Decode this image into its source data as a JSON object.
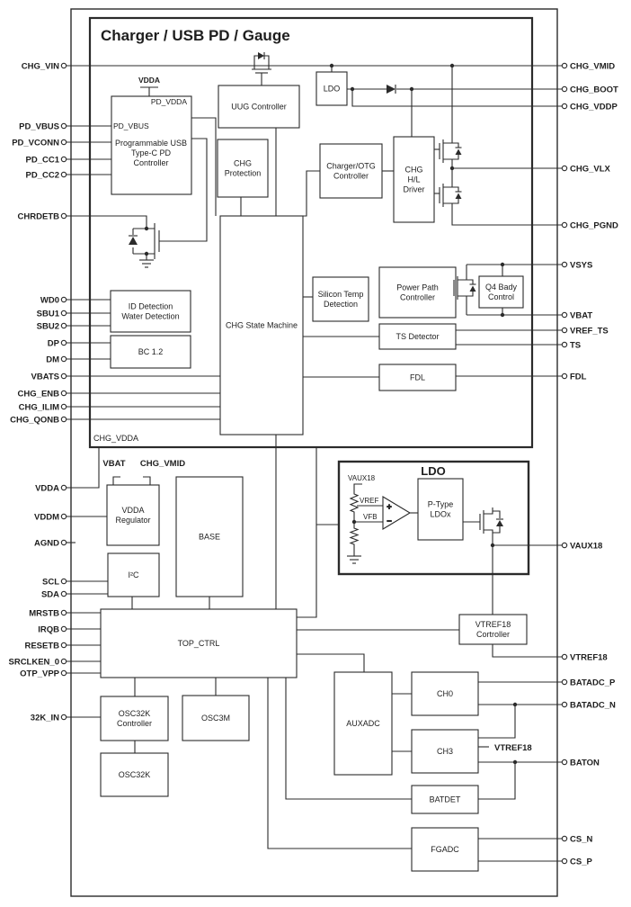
{
  "title": "Charger / USB PD / Gauge",
  "colors": {
    "ink": "#2b2b2b",
    "bg": "#ffffff"
  },
  "blocks": {
    "pd_controller": "Programmable USB\nType-C PD\nController",
    "uug_controller": "UUG Controller",
    "chg_protection": "CHG\nProtection",
    "ldo_small": "LDO",
    "charger_otg": "Charger/OTG\nController",
    "chg_hl_driver": "CHG\nH/L\nDriver",
    "chg_state_machine": "CHG State Machine",
    "silicon_temp": "Silicon Temp\nDetection",
    "power_path": "Power Path\nController",
    "q4_body": "Q4 Bady\nControl",
    "ts_detector": "TS Detector",
    "fdl": "FDL",
    "id_detection": "ID Detection\nWater Detection",
    "bc12": "BC 1.2",
    "vdda_regulator": "VDDA\nRegulator",
    "base": "BASE",
    "i2c": "I²C",
    "top_ctrl": "TOP_CTRL",
    "p_type_ldox": "P-Type\nLDOx",
    "vtref18_ctrl": "VTREF18\nCortroller",
    "auxadc": "AUXADC",
    "ch0": "CH0",
    "ch3": "CH3",
    "batdet": "BATDET",
    "fgadc": "FGADC",
    "osc32k_ctrl": "OSC32K\nController",
    "osc3m": "OSC3M",
    "osc32k": "OSC32K"
  },
  "labels": {
    "pd_vdda": "PD_VDDA",
    "pd_vbus": "PD_VBUS",
    "vdda_pin": "VDDA",
    "chg_vdda": "CHG_VDDA",
    "vbat_pin": "VBAT",
    "chg_vmid_pin": "CHG_VMID",
    "ldo_title": "LDO",
    "vaux18_pin": "VAUX18",
    "vref": "VREF",
    "vfb": "VFB",
    "vtref18_ref": "VTREF18"
  },
  "ports": {
    "left": [
      "CHG_VIN",
      "PD_VBUS",
      "PD_VCONN",
      "PD_CC1",
      "PD_CC2",
      "CHRDETB",
      "WD0",
      "SBU1",
      "SBU2",
      "DP",
      "DM",
      "VBATS",
      "CHG_ENB",
      "CHG_ILIM",
      "CHG_QONB",
      "VDDA",
      "VDDM",
      "AGND",
      "SCL",
      "SDA",
      "MRSTB",
      "IRQB",
      "RESETB",
      "SRCLKEN_0",
      "OTP_VPP",
      "32K_IN"
    ],
    "right": [
      "CHG_VMID",
      "CHG_BOOT",
      "CHG_VDDP",
      "CHG_VLX",
      "CHG_PGND",
      "VSYS",
      "VBAT",
      "VREF_TS",
      "TS",
      "FDL",
      "VAUX18",
      "VTREF18",
      "BATADC_P",
      "BATADC_N",
      "BATON",
      "CS_N",
      "CS_P"
    ]
  }
}
